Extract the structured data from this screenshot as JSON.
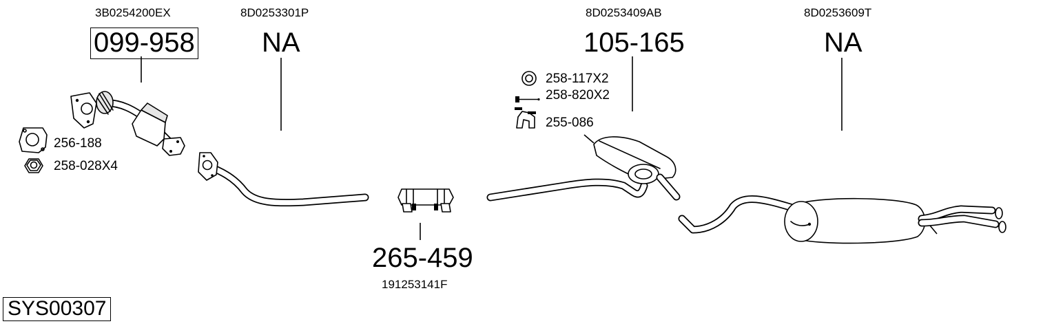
{
  "diagram_id": "SYS00307",
  "sections": [
    {
      "oem": "3B0254200EX",
      "part": "099-958"
    },
    {
      "oem": "8D0253301P",
      "part": "NA"
    },
    {
      "oem": "191253141F",
      "part": "265-459"
    },
    {
      "oem": "8D0253409AB",
      "part": "105-165"
    },
    {
      "oem": "8D0253609T",
      "part": "NA"
    }
  ],
  "accessories": [
    {
      "part": "256-188"
    },
    {
      "part": "258-028X4"
    },
    {
      "part": "258-117X2"
    },
    {
      "part": "258-820X2"
    },
    {
      "part": "255-086"
    }
  ]
}
